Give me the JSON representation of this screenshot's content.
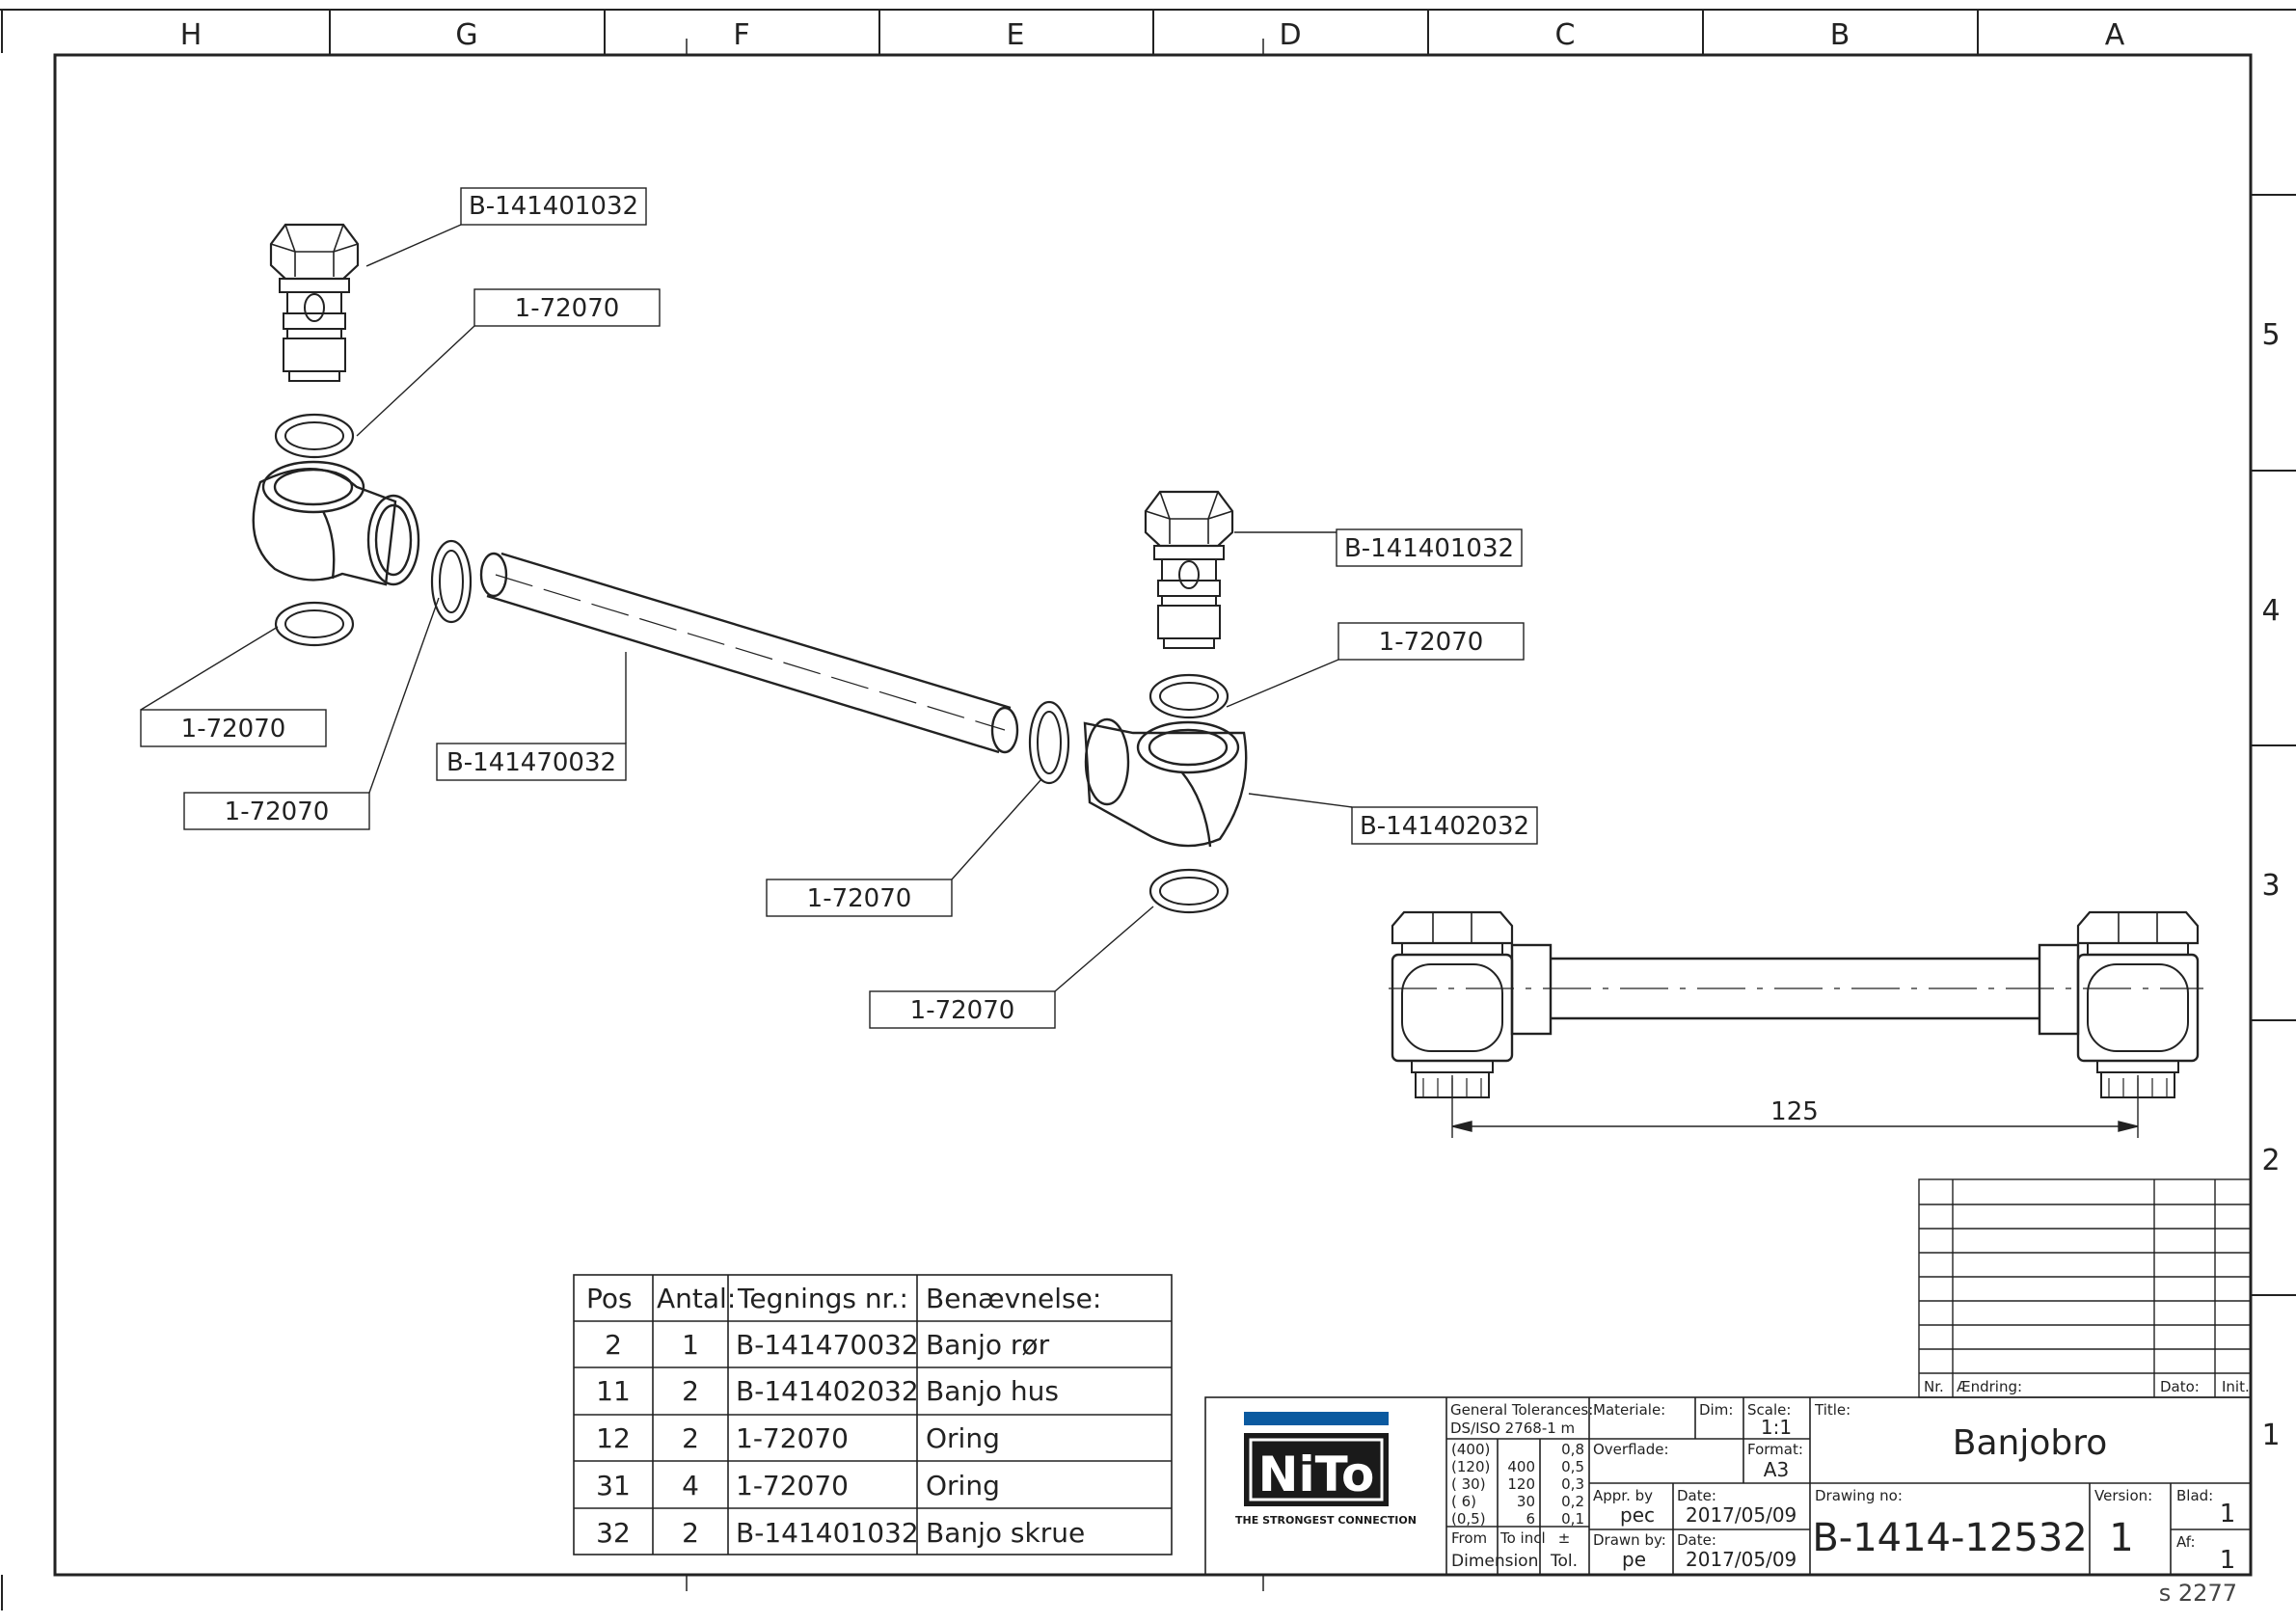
{
  "zones": {
    "columns": [
      "H",
      "G",
      "F",
      "E",
      "D",
      "C",
      "B",
      "A"
    ],
    "rows": [
      "5",
      "4",
      "3",
      "2",
      "1"
    ]
  },
  "callouts": {
    "screw_left": "B-141401032",
    "oring_left_top": "1-72070",
    "oring_left_bottom": "1-72070",
    "oring_left_side": "1-72070",
    "tube": "B-141470032",
    "screw_right": "B-141401032",
    "oring_right_top": "1-72070",
    "housing_right": "B-141402032",
    "oring_right_side": "1-72070",
    "oring_right_bottom": "1-72070"
  },
  "dimension": {
    "value": "125"
  },
  "bom": {
    "headers": [
      "Pos",
      "Antal:",
      "Tegnings nr.:",
      "Benævnelse:"
    ],
    "rows": [
      [
        "2",
        "1",
        "B-141470032",
        "Banjo rør"
      ],
      [
        "11",
        "2",
        "B-141402032",
        "Banjo hus"
      ],
      [
        "12",
        "2",
        "1-72070",
        "Oring"
      ],
      [
        "31",
        "4",
        "1-72070",
        "Oring"
      ],
      [
        "32",
        "2",
        "B-141401032",
        "Banjo skrue"
      ]
    ]
  },
  "revision_table": {
    "nr_label": "Nr.",
    "change_label": "Ændring:",
    "date_label": "Dato:",
    "init_label": "Init."
  },
  "title_block": {
    "logo_text": "NiTo",
    "logo_tagline": "THE STRONGEST CONNECTION",
    "gen_tol_label": "General Tolerances:",
    "gen_tol_std": "DS/ISO 2768-1 m",
    "tol_rows": [
      [
        "(400)",
        "",
        "0,8"
      ],
      [
        "(120)",
        "400",
        "0,5"
      ],
      [
        "( 30)",
        "120",
        "0,3"
      ],
      [
        "(  6)",
        "30",
        "0,2"
      ],
      [
        "(0,5)",
        "6",
        "0,1"
      ]
    ],
    "from_label": "From",
    "to_incl_label": "To incl",
    "pm_label": "±",
    "dimension_label": "Dimension",
    "tol_label": "Tol.",
    "material_label": "Materiale:",
    "dim_label": "Dim:",
    "scale_label": "Scale:",
    "scale_value": "1:1",
    "surface_label": "Overflade:",
    "format_label": "Format:",
    "format_value": "A3",
    "appr_label": "Appr. by",
    "appr_value": "pec",
    "date_label": "Date:",
    "appr_date": "2017/05/09",
    "drawn_label": "Drawn by:",
    "drawn_value": "pe",
    "drawn_date": "2017/05/09",
    "title_label": "Title:",
    "title_value": "Banjobro",
    "drawing_no_label": "Drawing no:",
    "drawing_no": "B-1414-12532",
    "version_label": "Version:",
    "version_value": "1",
    "sheet_label": "Blad:",
    "sheet_value": "1",
    "of_label": "Af:",
    "of_value": "1"
  },
  "footer_code": "s 2277",
  "colors": {
    "line": "#222222",
    "logo_blue": "#0b5aa0",
    "logo_dark": "#1a1a1a"
  }
}
